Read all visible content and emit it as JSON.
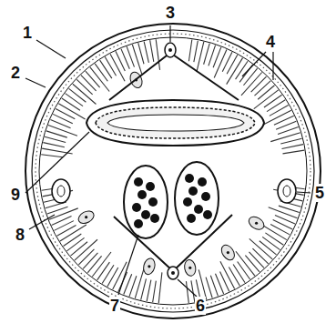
{
  "diagram": {
    "labels": [
      "3",
      "1",
      "4",
      "2",
      "9",
      "5",
      "8",
      "7",
      "6"
    ]
  }
}
